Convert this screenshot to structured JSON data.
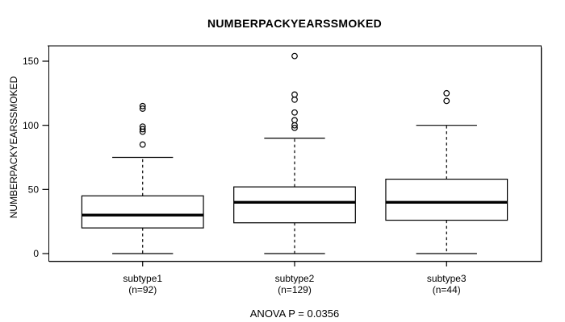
{
  "chart": {
    "title": "NUMBERPACKYEARSSMOKED",
    "y_axis_label": "NUMBERPACKYEARSSMOKED",
    "footer": "ANOVA P = 0.0356"
  },
  "chart_data": {
    "type": "boxplot",
    "title": "NUMBERPACKYEARSSMOKED",
    "xlabel": "",
    "ylabel": "NUMBERPACKYEARSSMOKED",
    "annotation": "ANOVA P = 0.0356",
    "grid": false,
    "legend": false,
    "ylim": [
      0,
      155
    ],
    "yticks": [
      0,
      50,
      100,
      150
    ],
    "categories": [
      "subtype1",
      "subtype2",
      "subtype3"
    ],
    "category_sublabels": [
      "(n=92)",
      "(n=129)",
      "(n=44)"
    ],
    "series": [
      {
        "name": "subtype1",
        "n": 92,
        "whisker_low": 0,
        "q1": 20,
        "median": 30,
        "q3": 45,
        "whisker_high": 75,
        "outliers": [
          85,
          95,
          97,
          99,
          113,
          115
        ]
      },
      {
        "name": "subtype2",
        "n": 129,
        "whisker_low": 0,
        "q1": 24,
        "median": 40,
        "q3": 52,
        "whisker_high": 90,
        "outliers": [
          98,
          100,
          104,
          110,
          120,
          124,
          154
        ]
      },
      {
        "name": "subtype3",
        "n": 44,
        "whisker_low": 0,
        "q1": 26,
        "median": 40,
        "q3": 58,
        "whisker_high": 100,
        "outliers": [
          119,
          125
        ]
      }
    ],
    "colors": {
      "stroke": "#000000",
      "box_fill": "#ffffff",
      "background": "#ffffff",
      "frame_top": "#7d7d7d",
      "frame_shadow": "#a8a8a8"
    }
  }
}
